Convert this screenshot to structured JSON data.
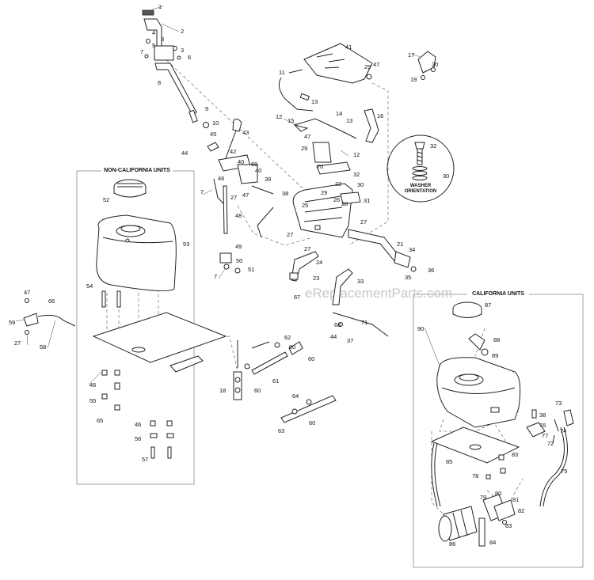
{
  "diagram": {
    "watermark": "eReplacementParts.com",
    "non_california": {
      "title": "NON-CALIFORNIA UNITS"
    },
    "california": {
      "title": "CALIFORNIA UNITS"
    },
    "washer_note": {
      "line1": "WASHER",
      "line2": "ORIENTATION"
    },
    "callouts": {
      "c1": "1",
      "c2": "2",
      "c3a": "3",
      "c3b": "3",
      "c4": "4",
      "c5": "5",
      "c6": "6",
      "c7a": "7",
      "c8": "8",
      "c9": "9",
      "c10": "10",
      "c11": "11",
      "c12a": "12",
      "c12b": "12",
      "c13a": "13",
      "c13b": "13",
      "c14": "14",
      "c15": "15",
      "c16": "16",
      "c17": "17",
      "c18": "18",
      "c19": "19",
      "c20": "20",
      "c21": "21",
      "c22": "22",
      "c23": "23",
      "c24": "24",
      "c25": "25",
      "c26": "26",
      "c27a": "27",
      "c27b": "27",
      "c27c": "27",
      "c27d": "27",
      "c27e": "27",
      "c28": "28",
      "c29a": "29",
      "c29b": "29",
      "c29c": "29",
      "c30a": "30",
      "c30b": "30",
      "c31": "31",
      "c32a": "32",
      "c32b": "32",
      "c33": "33",
      "c34": "34",
      "c35": "35",
      "c36": "36",
      "c37": "37",
      "c38a": "38",
      "c38b": "38",
      "c39": "39",
      "c40a": "40",
      "c40b": "40",
      "c41": "41",
      "c42": "42",
      "c43": "43",
      "c44a": "44",
      "c44b": "44",
      "c45": "45",
      "c46a": "46",
      "c46b": "46",
      "c46c": "46",
      "c47a": "47",
      "c47b": "47",
      "c47c": "47",
      "c47d": "47",
      "c48": "48",
      "c49": "49",
      "c50": "50",
      "c51": "51",
      "c52": "52",
      "c53": "53",
      "c54": "54",
      "c55": "55",
      "c56": "56",
      "c57": "57",
      "c58": "58",
      "c59": "59",
      "c60a": "60",
      "c60b": "60",
      "c60c": "60",
      "c60d": "60",
      "c61": "61",
      "c62": "62",
      "c63": "63",
      "c64": "64",
      "c65": "65",
      "c66": "66",
      "c67": "67",
      "c68": "68",
      "c69": "69",
      "c70": "70",
      "c71": "71",
      "c72": "72",
      "c73": "73",
      "c74": "74",
      "c75": "75",
      "c76": "76",
      "c77": "77",
      "c78": "78",
      "c79": "79",
      "c80": "80",
      "c81": "81",
      "c82": "82",
      "c83a": "83",
      "c83b": "83",
      "c84": "84",
      "c85": "85",
      "c86": "86",
      "c87": "87",
      "c88": "88",
      "c89": "89",
      "c90": "90",
      "c7b": "7",
      "c7c": "7"
    }
  }
}
